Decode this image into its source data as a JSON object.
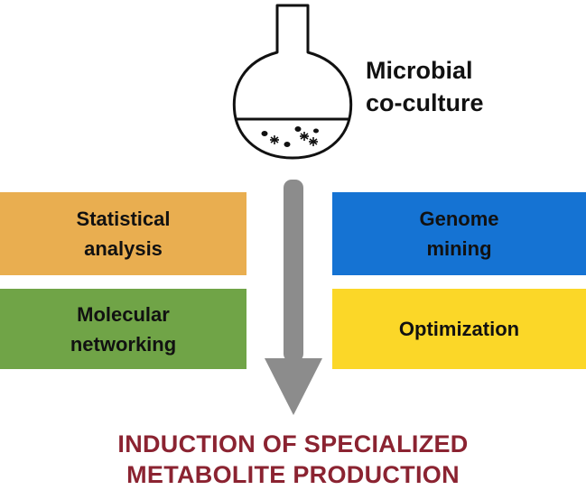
{
  "flask": {
    "label_line1": "Microbial",
    "label_line2": "co-culture"
  },
  "boxes": {
    "statistical": {
      "line1": "Statistical",
      "line2": "analysis",
      "color": "#e9ae50"
    },
    "molecular": {
      "line1": "Molecular",
      "line2": "networking",
      "color": "#70a447"
    },
    "genome": {
      "line1": "Genome",
      "line2": "mining",
      "color": "#1573d3"
    },
    "optimization": {
      "line1": "Optimization",
      "color": "#fbd728"
    }
  },
  "arrow": {
    "color": "#8c8c8c"
  },
  "conclusion": {
    "line1": "INDUCTION OF SPECIALIZED",
    "line2": "METABOLITE PRODUCTION",
    "color": "#8b2331"
  }
}
